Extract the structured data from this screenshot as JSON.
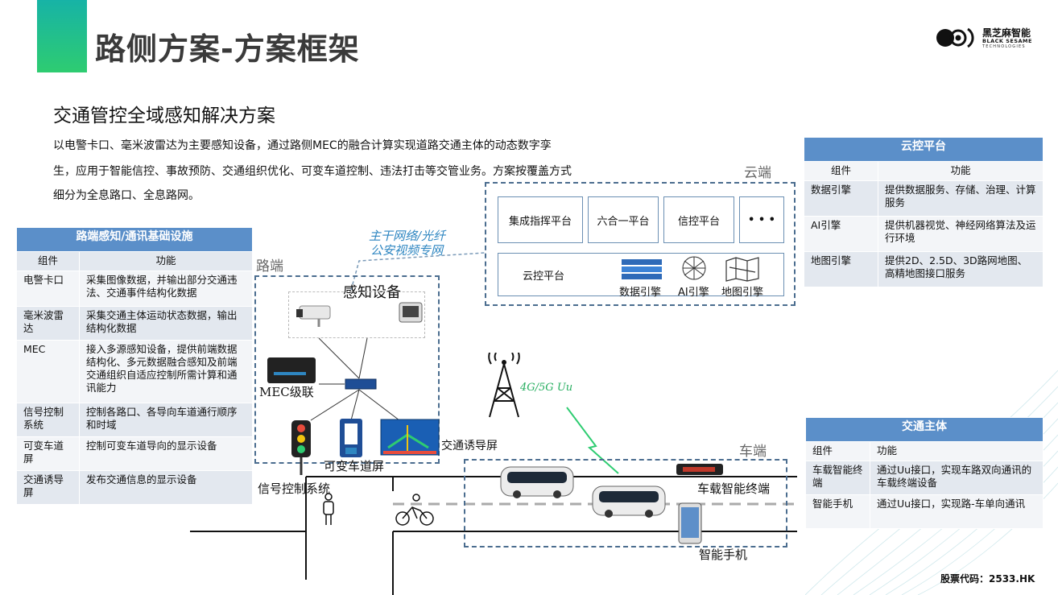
{
  "header": {
    "title": "路侧方案-方案框架"
  },
  "logo": {
    "cn": "黑芝麻智能",
    "en1": "BLACK SESAME",
    "en2": "TECHNOLOGIES"
  },
  "subtitle": "交通管控全域感知解决方案",
  "description": [
    "以电警卡口、毫米波雷达为主要感知设备，通过路侧MEC的融合计算实现道路交通主体的动态数字孪",
    "生，应用于智能信控、事故预防、交通组织优化、可变车道控制、违法打击等交管业务。方案按覆盖方式",
    "细分为全息路口、全息路网。"
  ],
  "left_table": {
    "title": "路端感知/通讯基础设施",
    "col1": "组件",
    "col2": "功能",
    "rows": [
      {
        "c": "电警卡口",
        "f": "采集图像数据，并输出部分交通违法、交通事件结构化数据"
      },
      {
        "c": "毫米波雷达",
        "f": "采集交通主体运动状态数据，输出结构化数据"
      },
      {
        "c": "MEC",
        "f": "接入多源感知设备，提供前端数据结构化、多元数据融合感知及前端交通组织自适应控制所需计算和通讯能力"
      },
      {
        "c": "信号控制系统",
        "f": "控制各路口、各导向车道通行顺序和时域"
      },
      {
        "c": "可变车道屏",
        "f": "控制可变车道导向的显示设备"
      },
      {
        "c": "交通诱导屏",
        "f": "发布交通信息的显示设备"
      }
    ]
  },
  "cloud_table": {
    "title": "云控平台",
    "col1": "组件",
    "col2": "功能",
    "rows": [
      {
        "c": "数据引擎",
        "f": "提供数据服务、存储、治理、计算服务"
      },
      {
        "c": "AI引擎",
        "f": "提供机器视觉、神经网络算法及运行环境"
      },
      {
        "c": "地图引擎",
        "f": "提供2D、2.5D、3D路网地图、高精地图接口服务"
      }
    ]
  },
  "traffic_table": {
    "title": "交通主体",
    "col1": "组件",
    "col2": "功能",
    "rows": [
      {
        "c": "车载智能终端",
        "f": "通过Uu接口，实现车路双向通讯的车载终端设备"
      },
      {
        "c": "智能手机",
        "f": "通过Uu接口，实现路-车单向通讯"
      }
    ]
  },
  "diagram": {
    "cloud_zone": "云端",
    "road_zone": "路端",
    "vehicle_zone": "车端",
    "platforms": [
      "集成指挥平台",
      "六合一平台",
      "信控平台",
      "• • •"
    ],
    "cloud_platform": "云控平台",
    "engines": [
      "数据引擎",
      "AI引擎",
      "地图引擎"
    ],
    "network_line1": "主干网络/光纤",
    "network_line2": "公安视频专网",
    "sensing": "感知设备",
    "mec": "MEC级联",
    "uu": "4G/5G Uu",
    "guide_screen": "交通诱导屏",
    "variable_lane": "可变车道屏",
    "signal": "信号控制系统",
    "onboard": "车载智能终端",
    "phone": "智能手机"
  },
  "stock_code": "股票代码：2533.HK",
  "colors": {
    "accent": "#2ecc71",
    "table_header": "#5b8fc9",
    "dashed": "#4b6d8f"
  }
}
